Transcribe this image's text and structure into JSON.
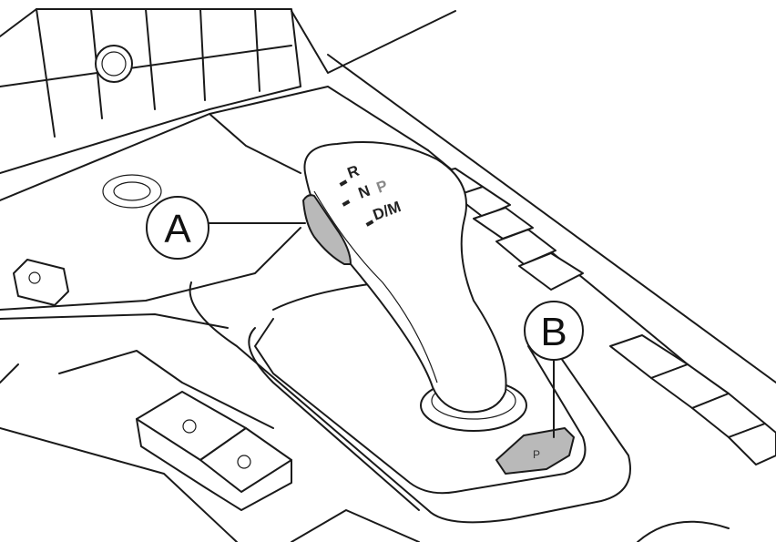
{
  "diagram": {
    "callouts": [
      {
        "id": "A",
        "label": "A"
      },
      {
        "id": "B",
        "label": "B"
      }
    ],
    "gear_selector": {
      "positions": [
        "R",
        "N",
        "D/M"
      ],
      "park_indicator": "P"
    },
    "park_button_label": "P",
    "colors": {
      "line": "#1a1a1a",
      "highlight": "#b9b9b9",
      "background": "#ffffff"
    }
  }
}
